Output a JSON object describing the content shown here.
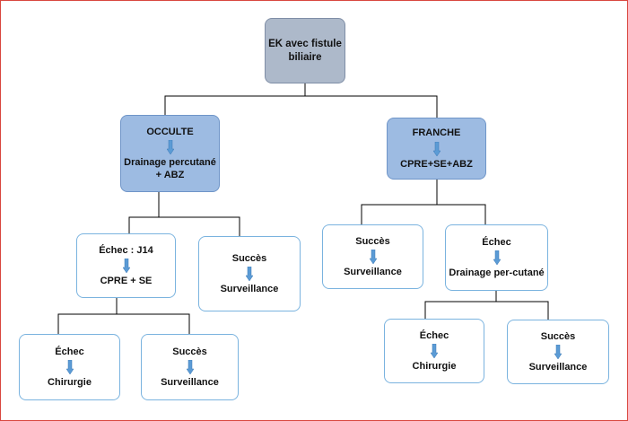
{
  "colors": {
    "frame_border": "#d9473f",
    "root_fill": "#adb9ca",
    "level1_fill": "#9dbbe2",
    "leaf_border": "#7ab3df",
    "arrow_fill": "#5b9bd5",
    "connector": "#000000"
  },
  "root": {
    "line1": "EK avec fistule",
    "line2": "biliaire"
  },
  "occulte": {
    "title": "OCCULTE",
    "line1": "Drainage percutané",
    "line2": "+ ABZ"
  },
  "franche": {
    "title": "FRANCHE",
    "line1": "CPRE+SE+ABZ"
  },
  "occ_echec": {
    "top": "Échec : J14",
    "bottom": "CPRE + SE"
  },
  "occ_succes": {
    "top": "Succès",
    "bottom": "Surveillance"
  },
  "fr_succes": {
    "top": "Succès",
    "bottom": "Surveillance"
  },
  "fr_echec": {
    "top": "Échec",
    "bottom": "Drainage per-cutané"
  },
  "occ2_echec": {
    "top": "Échec",
    "bottom": "Chirurgie"
  },
  "occ2_succes": {
    "top": "Succès",
    "bottom": "Surveillance"
  },
  "fr2_echec": {
    "top": "Échec",
    "bottom": "Chirurgie"
  },
  "fr2_succes": {
    "top": "Succès",
    "bottom": "Surveillance"
  },
  "icons": {
    "step_arrow": "down-arrow-icon"
  }
}
